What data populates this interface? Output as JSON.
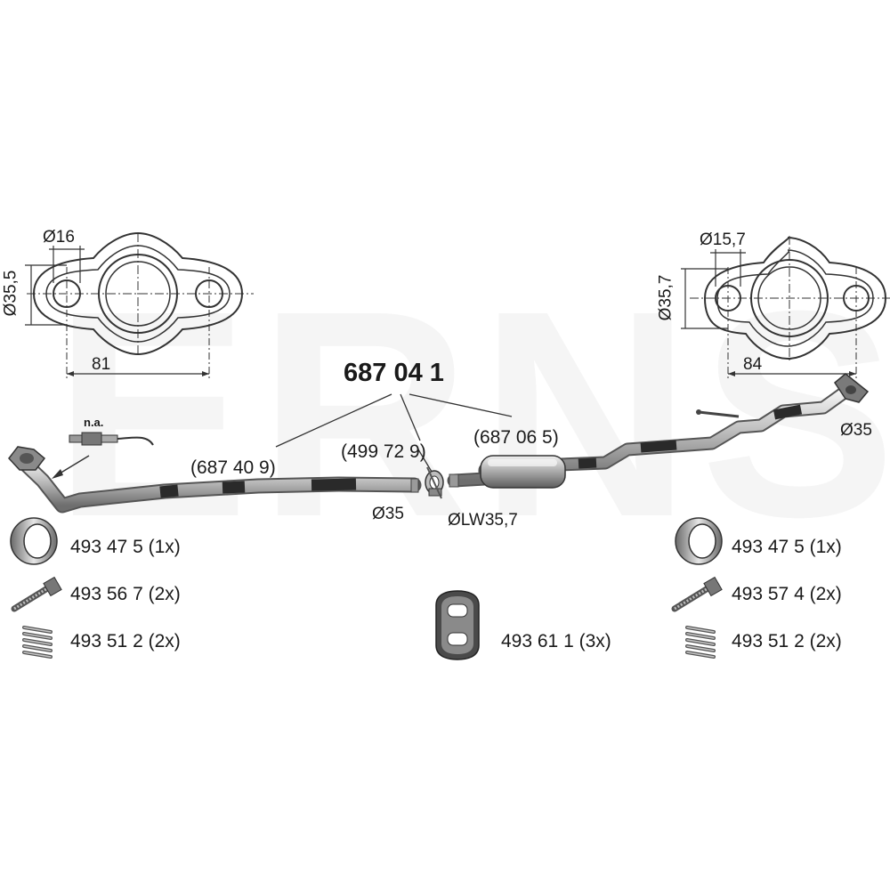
{
  "watermark": "ERNST",
  "set_number": "687 04 1",
  "parts": {
    "front_pipe": "(687 40 9)",
    "clamp": "(499 72 9)",
    "rear_silencer": "(687 06 5)"
  },
  "flange_left": {
    "hole": "Ø16",
    "height": "Ø35,5",
    "spacing": "81"
  },
  "flange_right": {
    "hole": "Ø15,7",
    "height": "Ø35,7",
    "spacing": "84"
  },
  "dims": {
    "pipe_end_diameter": "Ø35",
    "silencer_inlet": "ØLW35,7",
    "tail_diameter": "Ø35"
  },
  "sensor_note": "n.a.",
  "accessories_left": [
    {
      "icon": "gasket-ring-icon",
      "label": "493 47 5 (1x)"
    },
    {
      "icon": "bolt-icon",
      "label": "493 56 7 (2x)"
    },
    {
      "icon": "spring-icon",
      "label": "493 51 2 (2x)"
    }
  ],
  "accessory_center": {
    "icon": "rubber-hanger-icon",
    "label": "493 61 1 (3x)"
  },
  "accessories_right": [
    {
      "icon": "gasket-ring-icon",
      "label": "493 47 5 (1x)"
    },
    {
      "icon": "bolt-icon",
      "label": "493 57 4 (2x)"
    },
    {
      "icon": "spring-icon",
      "label": "493 51 2 (2x)"
    }
  ]
}
